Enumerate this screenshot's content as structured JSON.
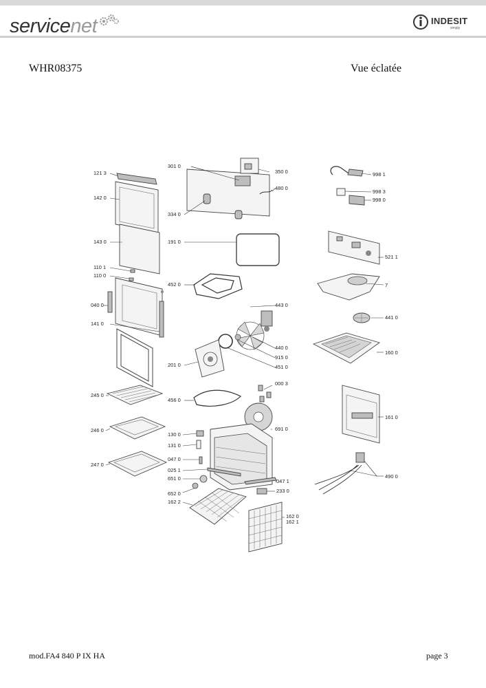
{
  "header": {
    "brand_left_main": "service",
    "brand_left_accent": "net",
    "brand_right": "INDESIT",
    "brand_right_sub": "simply"
  },
  "document": {
    "model": "WHR08375",
    "view_title": "Vue éclatée"
  },
  "footer": {
    "model_code": "mod.FA4 840 P IX HA",
    "page": "page 3"
  },
  "labels": {
    "l1213": "121 3",
    "l1420": "142 0",
    "l1430": "143 0",
    "l1101": "110 1",
    "l1100": "110 0",
    "l0400": "040 0",
    "l1410": "141 0",
    "l2450": "245 0",
    "l2460": "246 0",
    "l2470": "247 0",
    "l3010": "301 0",
    "l3500": "350 0",
    "l4800": "480 0",
    "l3340": "334 0",
    "l1910": "191 0",
    "l4520": "452 0",
    "l4430": "443 0",
    "l4400": "440 0",
    "l9150": "915 0",
    "l4510": "451 0",
    "l2010": "201 0",
    "l4560": "456 0",
    "l0003": "000 3",
    "l6910": "691 0",
    "l1300": "130 0",
    "l1310": "131 0",
    "l0470": "047 0",
    "l0251": "025 1",
    "l6510": "651 0",
    "l0471": "047 1",
    "l2330": "233 0",
    "l6520": "652 0",
    "l1622": "162 2",
    "l1620": "162 0",
    "l1621": "162 1",
    "l9981": "998 1",
    "l9983": "998 3",
    "l9980": "998 0",
    "l5211": "521 1",
    "l7": "7",
    "l4410": "441 0",
    "l1600": "160 0",
    "l1610": "161 0",
    "l4900": "490 0"
  }
}
